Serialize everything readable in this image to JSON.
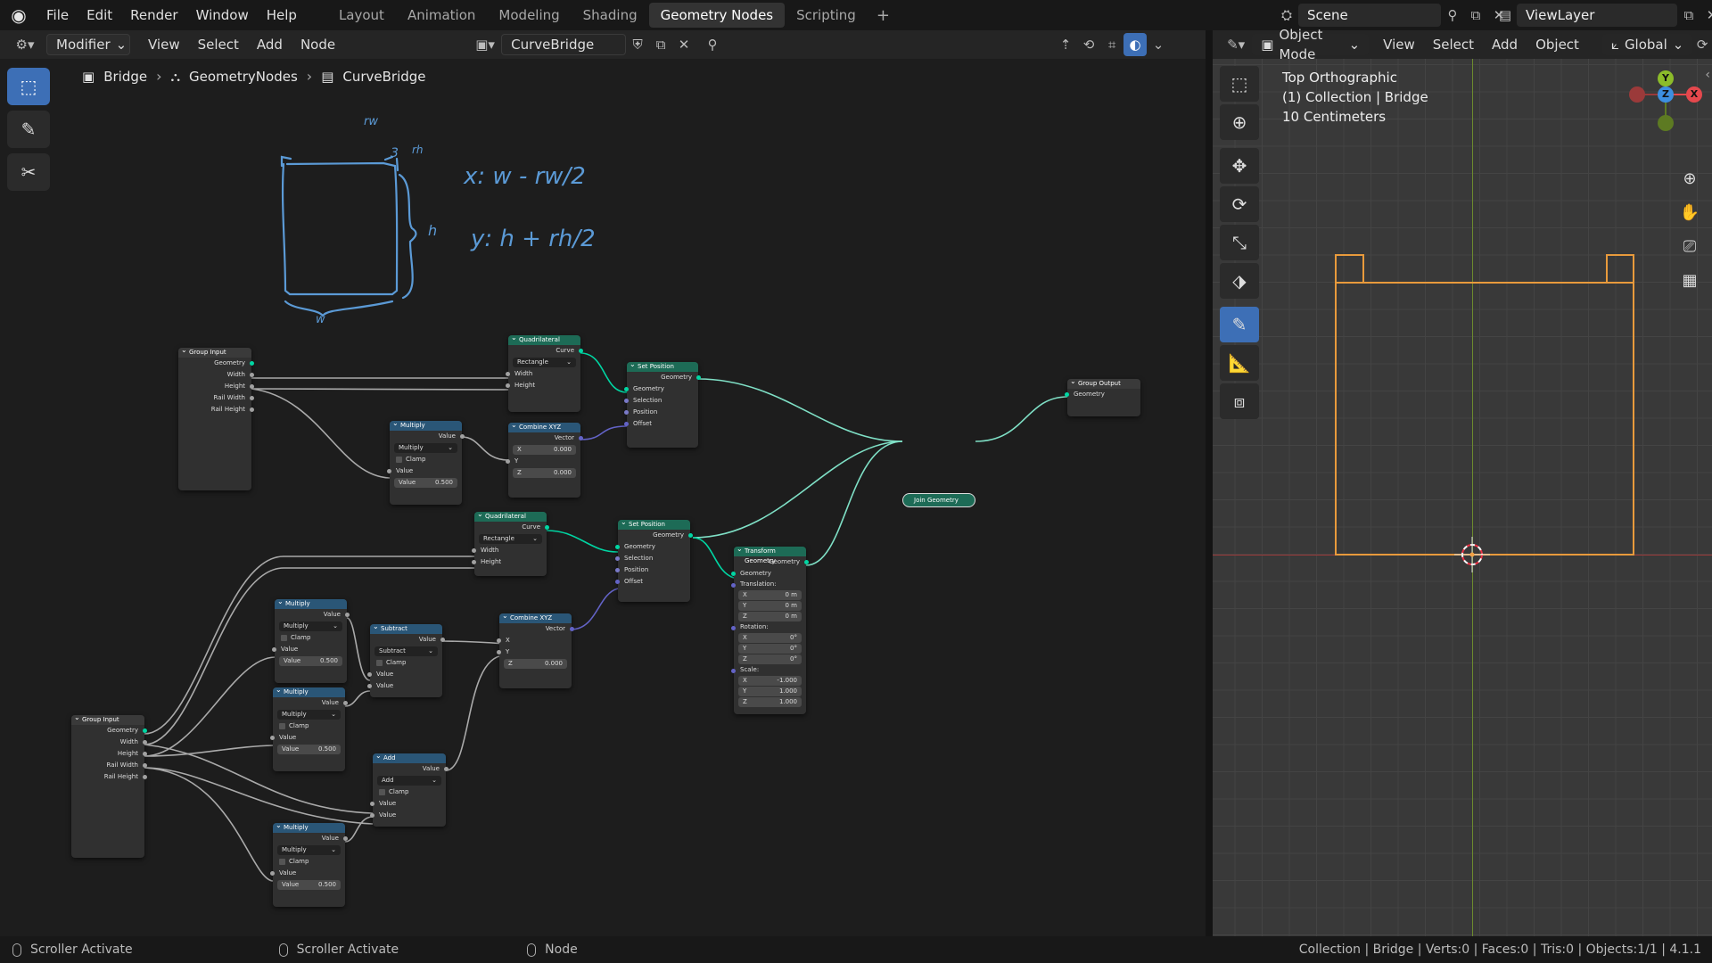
{
  "topbar": {
    "menus": [
      "File",
      "Edit",
      "Render",
      "Window",
      "Help"
    ],
    "workspaces": [
      "Layout",
      "Animation",
      "Modeling",
      "Shading",
      "Geometry Nodes",
      "Scripting"
    ],
    "active_workspace": "Geometry Nodes",
    "scene": "Scene",
    "view_layer": "ViewLayer"
  },
  "node_header": {
    "editor_mode": "Modifier",
    "menus": [
      "View",
      "Select",
      "Add",
      "Node"
    ],
    "node_group": "CurveBridge"
  },
  "breadcrumb": [
    "Bridge",
    "GeometryNodes",
    "CurveBridge"
  ],
  "sketch": {
    "x_formula": "x: w - rw/2",
    "y_formula": "y: h + rh/2",
    "labels": [
      "rw",
      "3",
      "rh",
      "h",
      "w"
    ]
  },
  "nodes": {
    "group_input_1": {
      "title": "Group Input",
      "outputs": [
        "Geometry",
        "Width",
        "Height",
        "Rail Width",
        "Rail Height"
      ]
    },
    "quad_1": {
      "title": "Quadrilateral",
      "output": "Curve",
      "mode": "Rectangle",
      "inputs": [
        "Width",
        "Height"
      ]
    },
    "setpos_1": {
      "title": "Set Position",
      "output": "Geometry",
      "inputs": [
        "Geometry",
        "Selection",
        "Position",
        "Offset"
      ]
    },
    "multiply_1": {
      "title": "Multiply",
      "output": "Value",
      "op": "Multiply",
      "clamp": "Clamp",
      "in": "Value",
      "val_label": "Value",
      "val": "0.500"
    },
    "combine_1": {
      "title": "Combine XYZ",
      "output": "Vector",
      "x": "0.000",
      "y": "Y",
      "z": "0.000"
    },
    "join": {
      "title": "Join Geometry"
    },
    "group_output": {
      "title": "Group Output",
      "input": "Geometry"
    },
    "quad_2": {
      "title": "Quadrilateral",
      "output": "Curve",
      "mode": "Rectangle",
      "inputs": [
        "Width",
        "Height"
      ]
    },
    "setpos_2": {
      "title": "Set Position",
      "output": "Geometry",
      "inputs": [
        "Geometry",
        "Selection",
        "Position",
        "Offset"
      ]
    },
    "transform": {
      "title": "Transform Geometry",
      "output": "Geometry",
      "input": "Geometry",
      "translation": "Translation:",
      "tx": "0 m",
      "ty": "0 m",
      "tz": "0 m",
      "rotation": "Rotation:",
      "rx": "0°",
      "ry": "0°",
      "rz": "0°",
      "scale": "Scale:",
      "sx": "-1.000",
      "sy": "1.000",
      "sz": "1.000"
    },
    "multiply_2": {
      "title": "Multiply",
      "output": "Value",
      "op": "Multiply",
      "clamp": "Clamp",
      "in": "Value",
      "val_label": "Value",
      "val": "0.500"
    },
    "subtract": {
      "title": "Subtract",
      "output": "Value",
      "op": "Subtract",
      "clamp": "Clamp",
      "in1": "Value",
      "in2": "Value"
    },
    "combine_2": {
      "title": "Combine XYZ",
      "output": "Vector",
      "x": "X",
      "y": "Y",
      "z": "0.000"
    },
    "multiply_3": {
      "title": "Multiply",
      "output": "Value",
      "op": "Multiply",
      "clamp": "Clamp",
      "in": "Value",
      "val_label": "Value",
      "val": "0.500"
    },
    "group_input_2": {
      "title": "Group Input",
      "outputs": [
        "Geometry",
        "Width",
        "Height",
        "Rail Width",
        "Rail Height"
      ]
    },
    "add": {
      "title": "Add",
      "output": "Value",
      "op": "Add",
      "clamp": "Clamp",
      "in1": "Value",
      "in2": "Value"
    },
    "multiply_4": {
      "title": "Multiply",
      "output": "Value",
      "op": "Multiply",
      "clamp": "Clamp",
      "in": "Value",
      "val_label": "Value",
      "val": "0.500"
    }
  },
  "viewport": {
    "mode": "Object Mode",
    "menus": [
      "View",
      "Select",
      "Add",
      "Object"
    ],
    "orientation": "Global",
    "view_name": "Top Orthographic",
    "collection_line": "(1) Collection | Bridge",
    "scale_text": "10 Centimeters",
    "gizmo": {
      "x": "X",
      "y": "Y",
      "z": "Z"
    },
    "colors": {
      "x": "#e5484d",
      "y": "#8cbc2a",
      "z": "#3d8fe0",
      "selection": "#e89a3c"
    }
  },
  "statusbar": {
    "items": [
      "Scroller Activate",
      "Scroller Activate",
      "Node"
    ],
    "stats": "Collection | Bridge | Verts:0 | Faces:0 | Tris:0 | Objects:1/1 | 4.1.1"
  }
}
